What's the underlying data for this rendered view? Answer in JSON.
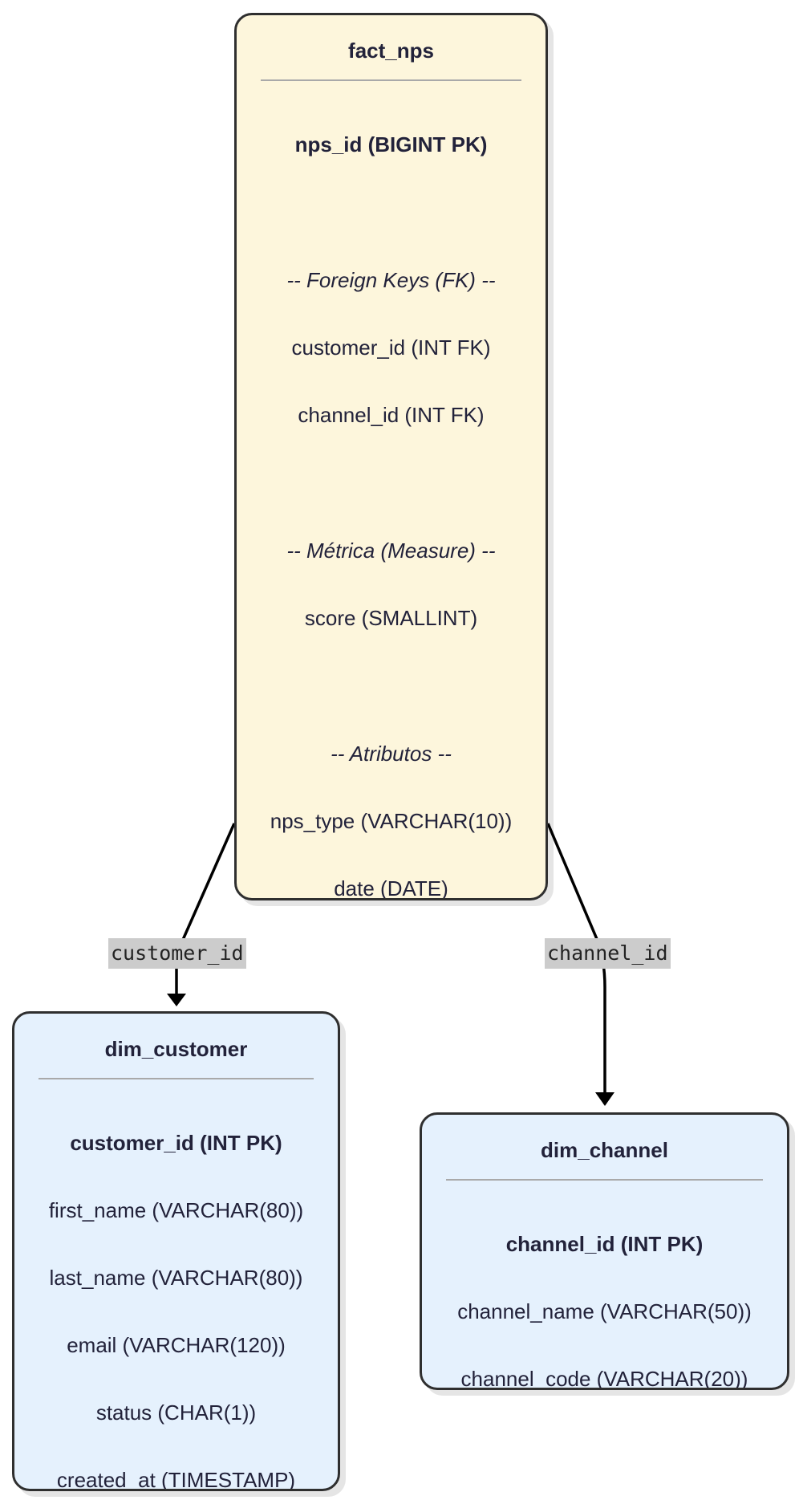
{
  "tables": {
    "fact_nps": {
      "title": "fact_nps",
      "rows": [
        "nps_id (BIGINT PK)",
        "-- Foreign Keys (FK) --",
        "customer_id (INT FK)",
        "channel_id (INT FK)",
        "-- Métrica (Measure) --",
        "score (SMALLINT)",
        "-- Atributos --",
        "nps_type (VARCHAR(10))",
        "date (DATE)"
      ]
    },
    "dim_customer": {
      "title": "dim_customer",
      "rows": [
        "customer_id (INT PK)",
        "first_name (VARCHAR(80))",
        "last_name (VARCHAR(80))",
        "email (VARCHAR(120))",
        "status (CHAR(1))",
        "created_at (TIMESTAMP)"
      ]
    },
    "dim_channel": {
      "title": "dim_channel",
      "rows": [
        "channel_id (INT PK)",
        "channel_name (VARCHAR(50))",
        "channel_code (VARCHAR(20))"
      ]
    }
  },
  "edges": {
    "customer_edge_label": "customer_id",
    "channel_edge_label": "channel_id"
  }
}
